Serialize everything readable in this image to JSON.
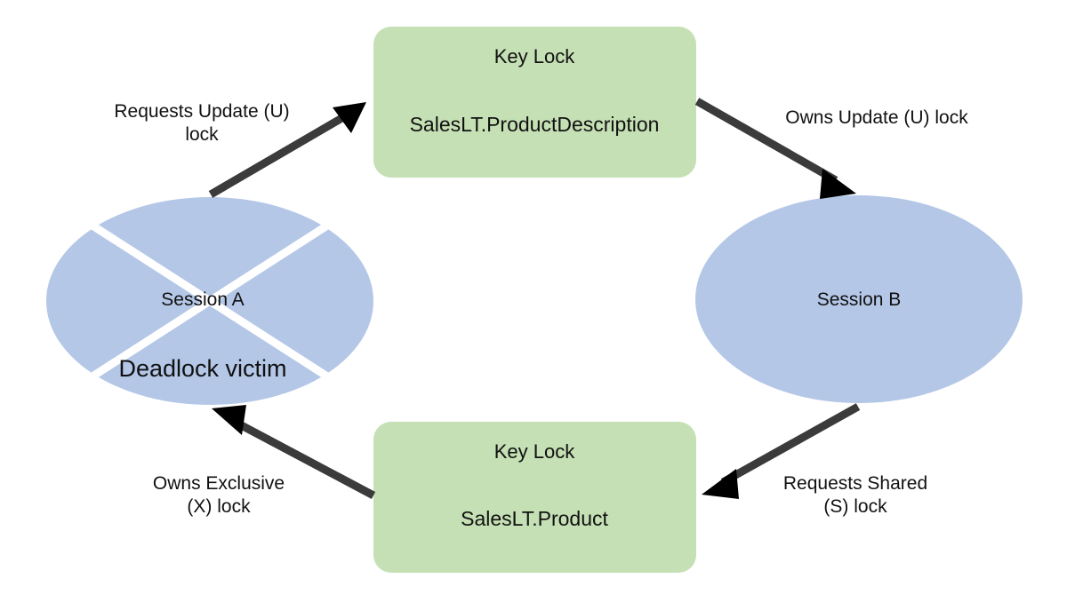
{
  "diagram": {
    "type": "deadlock-cycle",
    "background": "#ffffff",
    "colors": {
      "session_fill": "#b4c7e7",
      "lock_fill": "#c5e0b4",
      "arrow": "#3b3b3b",
      "text": "#111111",
      "cross": "#ffffff"
    },
    "nodes": {
      "session_a": {
        "label": "Session A",
        "annotation": "Deadlock victim",
        "shape": "ellipse",
        "crossed_out": true
      },
      "session_b": {
        "label": "Session B",
        "shape": "ellipse",
        "crossed_out": false
      },
      "lock_top": {
        "title": "Key Lock",
        "subtitle": "SalesLT.ProductDescription",
        "shape": "rounded-rect"
      },
      "lock_bottom": {
        "title": "Key Lock",
        "subtitle": "SalesLT.Product",
        "shape": "rounded-rect"
      }
    },
    "edges": [
      {
        "id": "a-requests-u",
        "from": "session_a",
        "to": "lock_top",
        "label_line1": "Requests Update (U)",
        "label_line2": "lock"
      },
      {
        "id": "b-owns-u",
        "from": "lock_top",
        "to": "session_b",
        "label_line1": "Owns Update (U) lock",
        "label_line2": ""
      },
      {
        "id": "b-requests-s",
        "from": "session_b",
        "to": "lock_bottom",
        "label_line1": "Requests Shared",
        "label_line2": "(S) lock"
      },
      {
        "id": "a-owns-x",
        "from": "lock_bottom",
        "to": "session_a",
        "label_line1": "Owns Exclusive",
        "label_line2": "(X) lock"
      }
    ]
  }
}
